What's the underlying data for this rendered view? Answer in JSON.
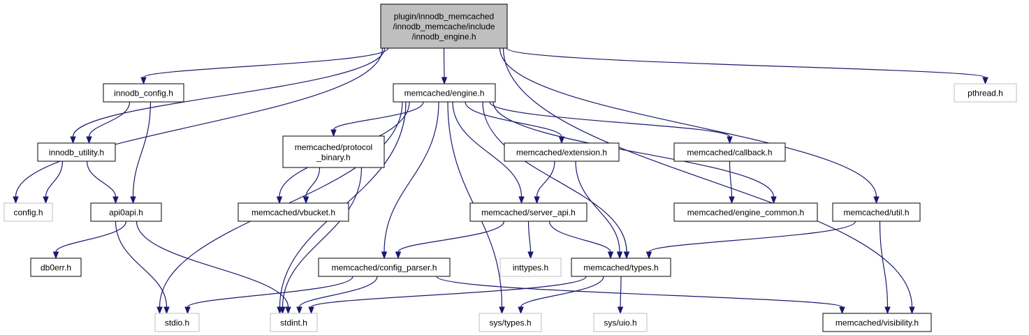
{
  "diagram": {
    "root": "main",
    "nodes": [
      {
        "id": "main",
        "lines": [
          "plugin/innodb_memcached",
          "/innodb_memcache/include",
          "/innodb_engine.h"
        ],
        "kind": "main"
      },
      {
        "id": "innodb_config",
        "lines": [
          "innodb_config.h"
        ],
        "kind": "doc"
      },
      {
        "id": "engine",
        "lines": [
          "memcached/engine.h"
        ],
        "kind": "doc"
      },
      {
        "id": "pthread",
        "lines": [
          "pthread.h"
        ],
        "kind": "ext"
      },
      {
        "id": "innodb_utility",
        "lines": [
          "innodb_utility.h"
        ],
        "kind": "doc"
      },
      {
        "id": "protocol_binary",
        "lines": [
          "memcached/protocol",
          "_binary.h"
        ],
        "kind": "doc"
      },
      {
        "id": "extension",
        "lines": [
          "memcached/extension.h"
        ],
        "kind": "doc"
      },
      {
        "id": "callback",
        "lines": [
          "memcached/callback.h"
        ],
        "kind": "doc"
      },
      {
        "id": "config",
        "lines": [
          "config.h"
        ],
        "kind": "ext"
      },
      {
        "id": "api0api",
        "lines": [
          "api0api.h"
        ],
        "kind": "doc"
      },
      {
        "id": "vbucket",
        "lines": [
          "memcached/vbucket.h"
        ],
        "kind": "doc"
      },
      {
        "id": "server_api",
        "lines": [
          "memcached/server_api.h"
        ],
        "kind": "doc"
      },
      {
        "id": "engine_common",
        "lines": [
          "memcached/engine_common.h"
        ],
        "kind": "doc"
      },
      {
        "id": "util",
        "lines": [
          "memcached/util.h"
        ],
        "kind": "doc"
      },
      {
        "id": "db0err",
        "lines": [
          "db0err.h"
        ],
        "kind": "doc"
      },
      {
        "id": "config_parser",
        "lines": [
          "memcached/config_parser.h"
        ],
        "kind": "doc"
      },
      {
        "id": "inttypes",
        "lines": [
          "inttypes.h"
        ],
        "kind": "ext"
      },
      {
        "id": "types",
        "lines": [
          "memcached/types.h"
        ],
        "kind": "doc"
      },
      {
        "id": "stdio",
        "lines": [
          "stdio.h"
        ],
        "kind": "ext"
      },
      {
        "id": "stdint",
        "lines": [
          "stdint.h"
        ],
        "kind": "ext"
      },
      {
        "id": "sys_types",
        "lines": [
          "sys/types.h"
        ],
        "kind": "ext"
      },
      {
        "id": "sys_uio",
        "lines": [
          "sys/uio.h"
        ],
        "kind": "ext"
      },
      {
        "id": "visibility",
        "lines": [
          "memcached/visibility.h"
        ],
        "kind": "doc"
      }
    ],
    "edges": [
      {
        "from": "main",
        "to": "innodb_config"
      },
      {
        "from": "main",
        "to": "engine"
      },
      {
        "from": "main",
        "to": "pthread"
      },
      {
        "from": "main",
        "to": "innodb_utility"
      },
      {
        "from": "main",
        "to": "config"
      },
      {
        "from": "main",
        "to": "util"
      },
      {
        "from": "main",
        "to": "visibility"
      },
      {
        "from": "innodb_config",
        "to": "innodb_utility"
      },
      {
        "from": "innodb_config",
        "to": "api0api"
      },
      {
        "from": "innodb_utility",
        "to": "config"
      },
      {
        "from": "innodb_utility",
        "to": "api0api"
      },
      {
        "from": "api0api",
        "to": "db0err"
      },
      {
        "from": "api0api",
        "to": "stdio"
      },
      {
        "from": "api0api",
        "to": "stdint"
      },
      {
        "from": "engine",
        "to": "protocol_binary"
      },
      {
        "from": "engine",
        "to": "vbucket"
      },
      {
        "from": "engine",
        "to": "extension"
      },
      {
        "from": "engine",
        "to": "callback"
      },
      {
        "from": "engine",
        "to": "server_api"
      },
      {
        "from": "engine",
        "to": "engine_common"
      },
      {
        "from": "engine",
        "to": "config_parser"
      },
      {
        "from": "engine",
        "to": "types"
      },
      {
        "from": "engine",
        "to": "stdio"
      },
      {
        "from": "engine",
        "to": "stdint"
      },
      {
        "from": "engine",
        "to": "sys_types"
      },
      {
        "from": "protocol_binary",
        "to": "vbucket"
      },
      {
        "from": "protocol_binary",
        "to": "stdint"
      },
      {
        "from": "extension",
        "to": "server_api"
      },
      {
        "from": "extension",
        "to": "types"
      },
      {
        "from": "callback",
        "to": "engine_common"
      },
      {
        "from": "server_api",
        "to": "config_parser"
      },
      {
        "from": "server_api",
        "to": "inttypes"
      },
      {
        "from": "server_api",
        "to": "types"
      },
      {
        "from": "util",
        "to": "types"
      },
      {
        "from": "util",
        "to": "visibility"
      },
      {
        "from": "config_parser",
        "to": "stdio"
      },
      {
        "from": "config_parser",
        "to": "stdint"
      },
      {
        "from": "config_parser",
        "to": "visibility"
      },
      {
        "from": "types",
        "to": "stdint"
      },
      {
        "from": "types",
        "to": "sys_types"
      },
      {
        "from": "types",
        "to": "sys_uio"
      }
    ]
  },
  "colors": {
    "edge": "#191970",
    "main_fill": "#bfbfbf",
    "node_border": "#000000",
    "external_border": "#bfbfbf"
  }
}
